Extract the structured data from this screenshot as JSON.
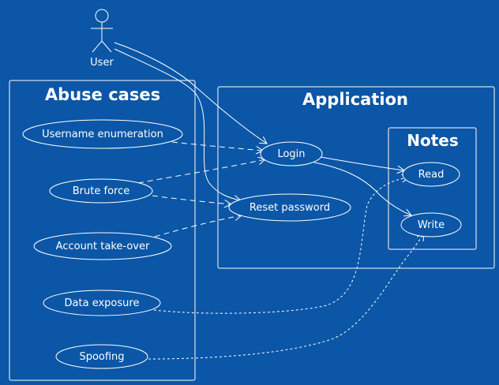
{
  "actor": {
    "label": "User"
  },
  "packages": {
    "abuse": {
      "title": "Abuse cases"
    },
    "application": {
      "title": "Application"
    },
    "notes": {
      "title": "Notes"
    }
  },
  "use_cases": {
    "username_enumeration": "Username enumeration",
    "brute_force": "Brute force",
    "account_takeover": "Account take-over",
    "data_exposure": "Data exposure",
    "spoofing": "Spoofing",
    "login": "Login",
    "reset_password": "Reset password",
    "read": "Read",
    "write": "Write"
  },
  "relations": [
    {
      "from": "User",
      "to": "Login",
      "style": "solid"
    },
    {
      "from": "User",
      "to": "Reset password",
      "style": "solid"
    },
    {
      "from": "Login",
      "to": "Read",
      "style": "solid"
    },
    {
      "from": "Login",
      "to": "Write",
      "style": "solid"
    },
    {
      "from": "Username enumeration",
      "to": "Login",
      "style": "dashed"
    },
    {
      "from": "Brute force",
      "to": "Login",
      "style": "dashed"
    },
    {
      "from": "Brute force",
      "to": "Reset password",
      "style": "dashed"
    },
    {
      "from": "Account take-over",
      "to": "Reset password",
      "style": "dashed"
    },
    {
      "from": "Data exposure",
      "to": "Read",
      "style": "dotted"
    },
    {
      "from": "Spoofing",
      "to": "Write",
      "style": "dotted"
    }
  ],
  "colors": {
    "background": "#0b56a6",
    "foreground": "#ffffff"
  }
}
